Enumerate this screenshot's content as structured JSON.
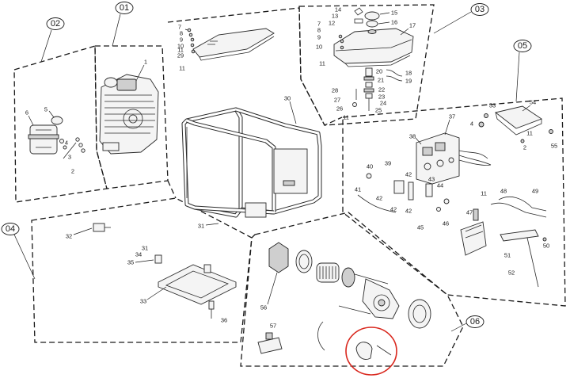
{
  "group_labels": [
    "01",
    "02",
    "03",
    "04",
    "05",
    "06"
  ],
  "parts": {
    "p1": "1",
    "p2": "2",
    "p3": "3",
    "p4": "4",
    "p5": "5",
    "p6": "6",
    "p7": "7",
    "p8": "8",
    "p9": "9",
    "p10": "10",
    "p11": "11",
    "p29": "29",
    "p11b": "11",
    "t14": "14",
    "t13": "13",
    "t12": "12",
    "t15": "15",
    "t16": "16",
    "t7": "7",
    "t8": "8",
    "t9": "9",
    "t10": "10",
    "t11": "11",
    "t17": "17",
    "t18": "18",
    "t19": "19",
    "t20": "20",
    "t21": "21",
    "t22": "22",
    "t28": "28",
    "t23": "23",
    "t27": "27",
    "t24": "24",
    "t26": "26",
    "t25": "25",
    "t11b": "11",
    "f30": "30",
    "f31": "31",
    "c53": "53",
    "c54": "54",
    "c4": "4",
    "c11": "11",
    "c2": "2",
    "c55": "55",
    "c38": "38",
    "c37": "37",
    "c40": "40",
    "c39": "39",
    "c42a": "42",
    "c43": "43",
    "c44": "44",
    "c42b": "42",
    "c42c": "42",
    "c41": "41",
    "c45": "45",
    "c46": "46",
    "c47": "47",
    "c11b": "11",
    "c48": "48",
    "c49": "49",
    "c50": "50",
    "c51": "51",
    "c52": "52",
    "b32": "32",
    "b31": "31",
    "b34": "34",
    "b35": "35",
    "b33": "33",
    "b36": "36",
    "a56": "56",
    "a57": "57"
  }
}
